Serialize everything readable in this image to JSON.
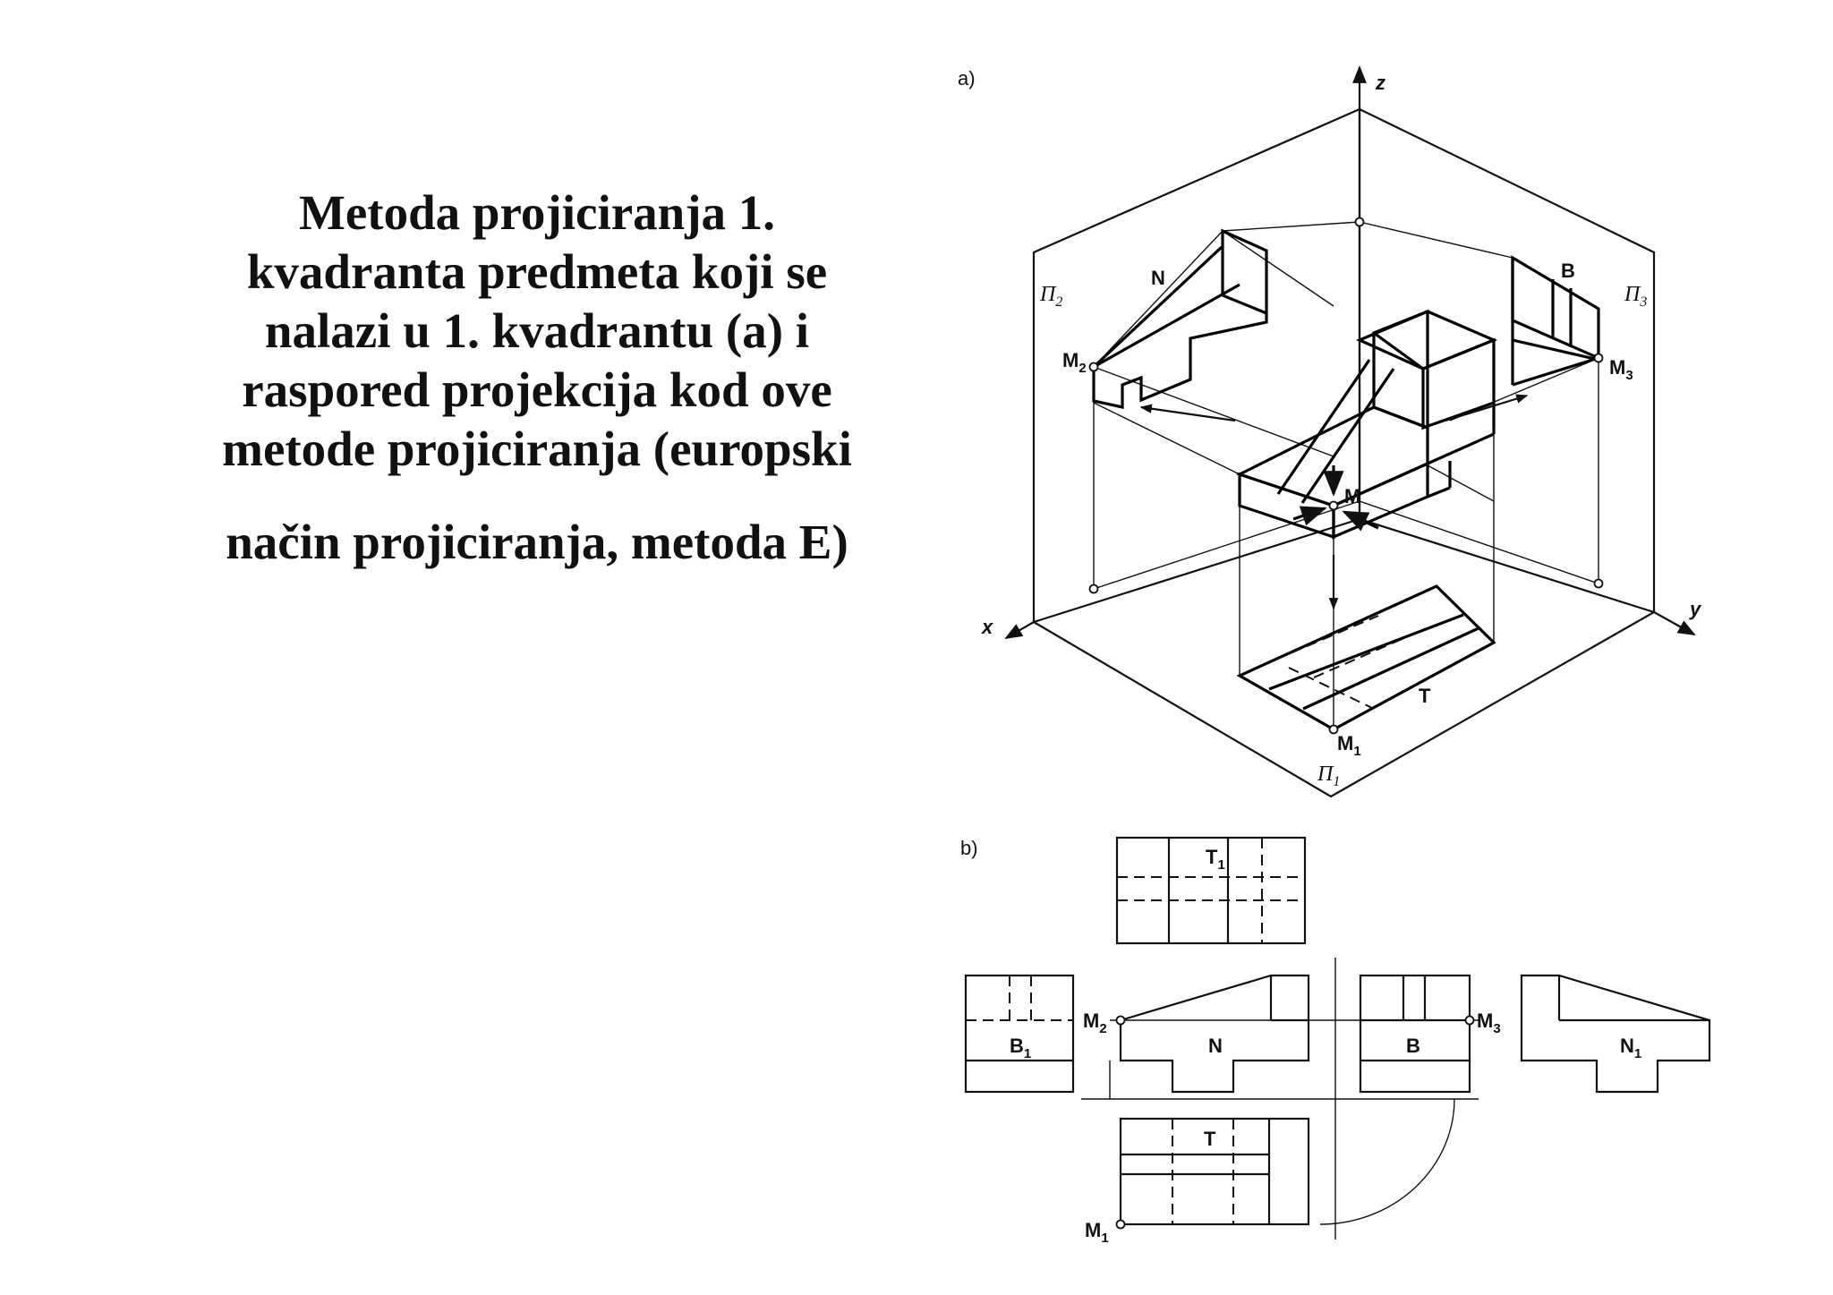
{
  "title": {
    "lines": [
      "Metoda projiciranja 1.",
      "kvadranta predmeta koji se",
      "nalazi u 1. kvadrantu (a) i",
      "raspored projekcija kod ove",
      "metode projiciranja (europski",
      "način projiciranja, metoda E)"
    ]
  },
  "diagram_a": {
    "tag": "a)",
    "axes": {
      "x": "x",
      "y": "y",
      "z": "z"
    },
    "planes": {
      "p1": "П",
      "p1_sub": "1",
      "p2": "П",
      "p2_sub": "2",
      "p3": "П",
      "p3_sub": "3"
    },
    "views": {
      "n": "N",
      "b": "B",
      "t": "T"
    },
    "points": {
      "m": "M",
      "m1": "M",
      "m1_sub": "1",
      "m2": "M",
      "m2_sub": "2",
      "m3": "M",
      "m3_sub": "3"
    }
  },
  "diagram_b": {
    "tag": "b)",
    "views": {
      "t1": "T",
      "t1_sub": "1",
      "b1": "B",
      "b1_sub": "1",
      "n": "N",
      "b": "B",
      "n1": "N",
      "n1_sub": "1",
      "t": "T"
    },
    "points": {
      "m1": "M",
      "m1_sub": "1",
      "m2": "M",
      "m2_sub": "2",
      "m3": "M",
      "m3_sub": "3"
    }
  }
}
